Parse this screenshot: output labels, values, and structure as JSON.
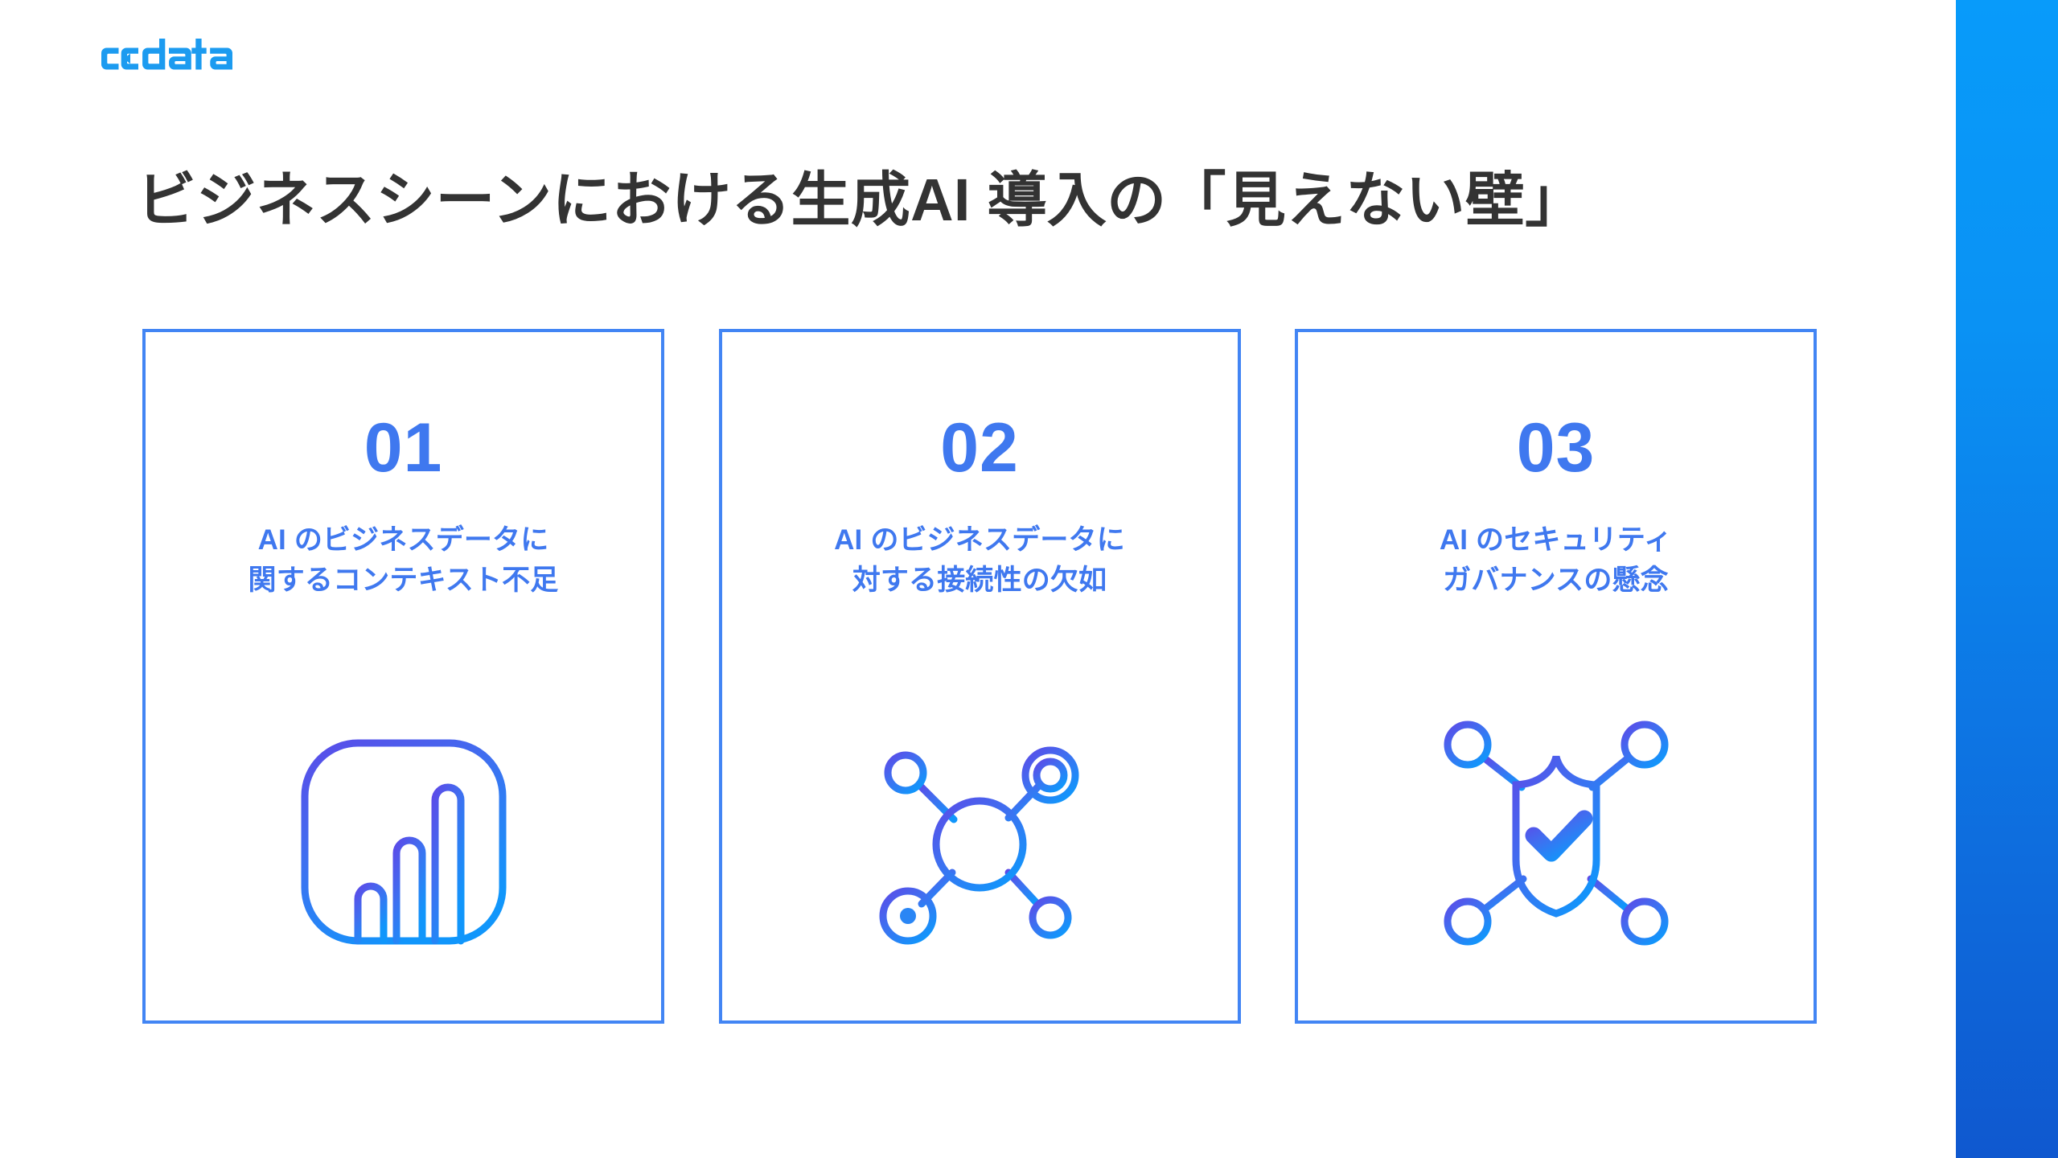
{
  "brand": {
    "logo_text": "cdata",
    "logo_color": "#1C9BF0",
    "accent_blue": "#4285f4",
    "number_blue": "#3f78ef",
    "title_color": "#333333",
    "edge_bar_top_color": "#089bfa",
    "edge_bar_bottom_color": "#0f58cf"
  },
  "title": "ビジネスシーンにおける生成AI 導入の「見えない壁」",
  "cards": [
    {
      "number": "01",
      "label": "AI のビジネスデータに\n関するコンテキスト不足",
      "icon": "bar-chart-app-icon"
    },
    {
      "number": "02",
      "label": "AI のビジネスデータに\n対する接続性の欠如",
      "icon": "network-hub-icon"
    },
    {
      "number": "03",
      "label": "AI のセキュリティ\nガバナンスの懸念",
      "icon": "shield-check-network-icon"
    }
  ]
}
